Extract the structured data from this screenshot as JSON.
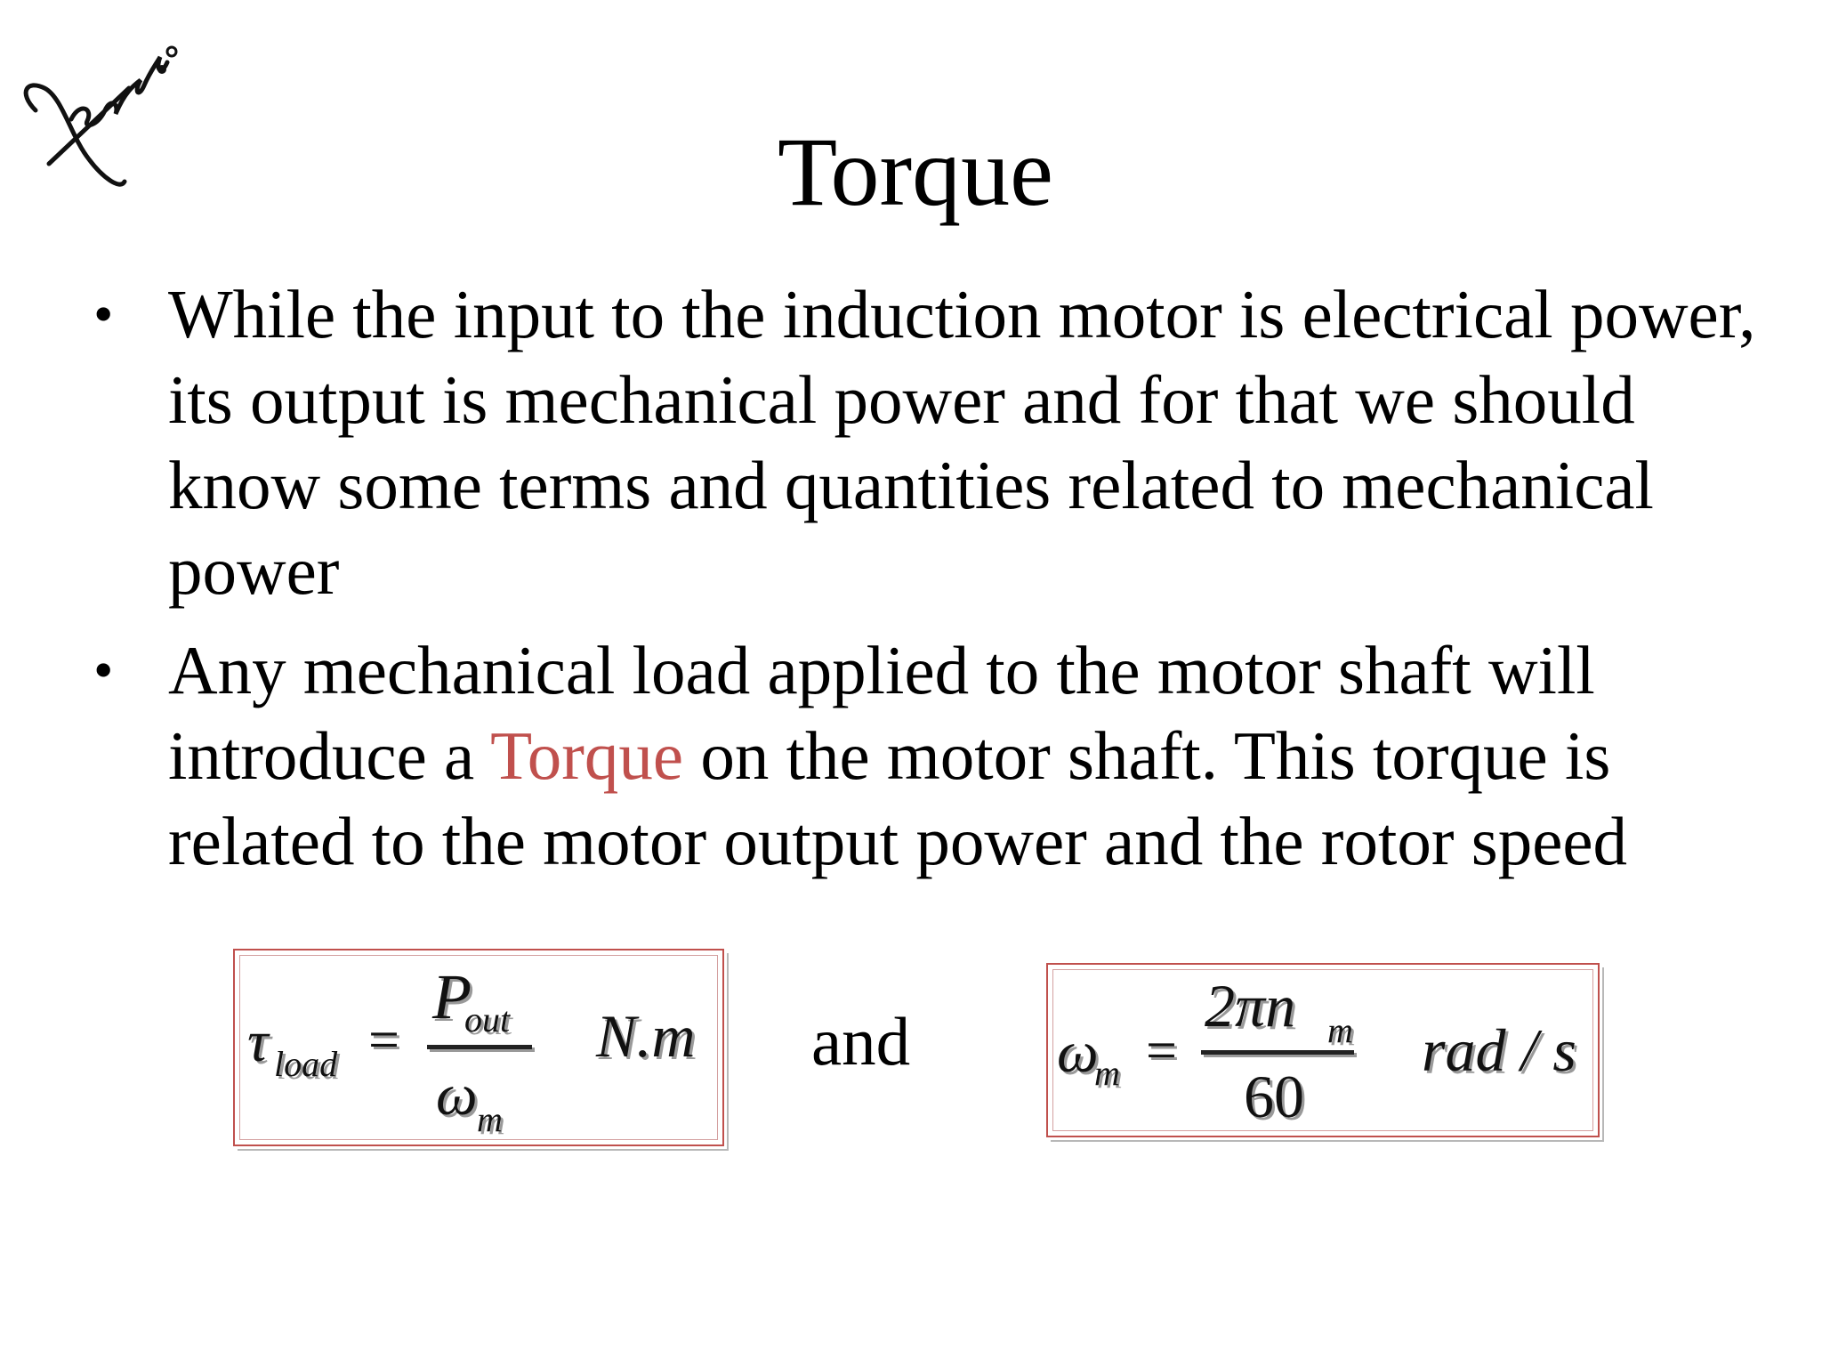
{
  "slide": {
    "signature": "Jenan",
    "title": "Torque",
    "bullets": [
      {
        "text": "While the input to the induction motor is electrical power, its output is mechanical power and for that we should know some terms and quantities related to mechanical power"
      },
      {
        "before": "Any mechanical load applied to the motor shaft will introduce a ",
        "highlight": "Torque",
        "after": " on the motor shaft. This torque is related to the motor output power and the rotor speed"
      }
    ],
    "bullet_symbol": "•",
    "connector": "and",
    "formula_left": {
      "lhs_symbol": "τ",
      "lhs_subscript": "load",
      "equals": "=",
      "numerator": "P",
      "numerator_subscript": "out",
      "denominator": "ω",
      "denominator_subscript": "m",
      "unit": "N.m"
    },
    "formula_right": {
      "lhs_symbol": "ω",
      "lhs_subscript": "m",
      "equals": "=",
      "numerator": "2πn",
      "numerator_subscript": "m",
      "denominator": "60",
      "unit": "rad / s"
    },
    "colors": {
      "highlight": "#c0504d",
      "box_border": "#c0504d",
      "text": "#000000",
      "background": "#ffffff"
    }
  }
}
